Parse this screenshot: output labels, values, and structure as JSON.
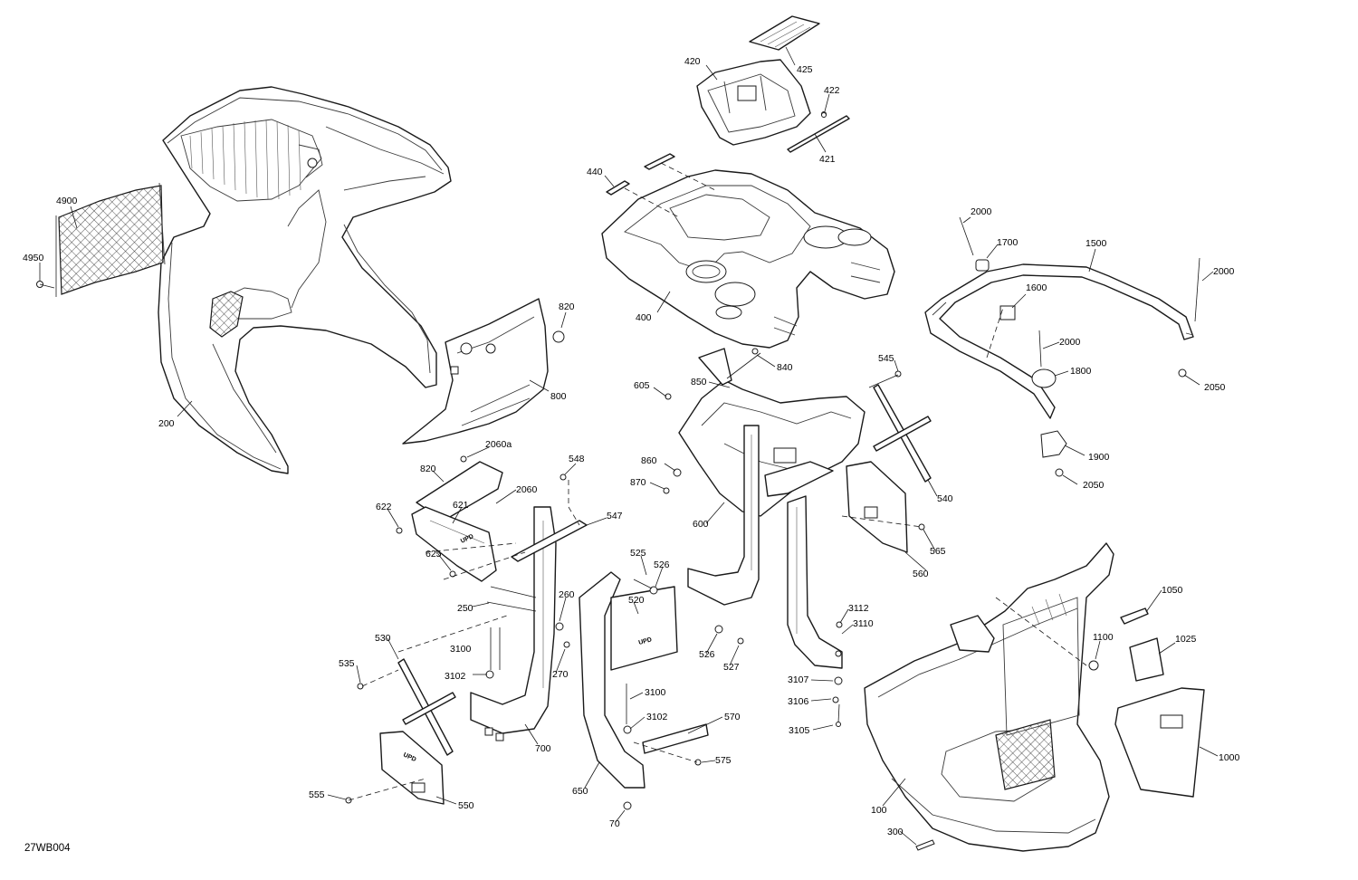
{
  "drawing": {
    "reference": "27WB004",
    "stamp_text": "UPD"
  },
  "callouts": [
    {
      "id": "c425",
      "text": "425"
    },
    {
      "id": "c420",
      "text": "420"
    },
    {
      "id": "c422",
      "text": "422"
    },
    {
      "id": "c421",
      "text": "421"
    },
    {
      "id": "c440",
      "text": "440"
    },
    {
      "id": "c400",
      "text": "400"
    },
    {
      "id": "c4900",
      "text": "4900"
    },
    {
      "id": "c4950",
      "text": "4950"
    },
    {
      "id": "c200",
      "text": "200"
    },
    {
      "id": "c820a",
      "text": "820"
    },
    {
      "id": "c800",
      "text": "800"
    },
    {
      "id": "c2000a",
      "text": "2000"
    },
    {
      "id": "c1700",
      "text": "1700"
    },
    {
      "id": "c1500",
      "text": "1500"
    },
    {
      "id": "c2000b",
      "text": "2000"
    },
    {
      "id": "c1600",
      "text": "1600"
    },
    {
      "id": "c2000c",
      "text": "2000"
    },
    {
      "id": "c1800",
      "text": "1800"
    },
    {
      "id": "c2050a",
      "text": "2050"
    },
    {
      "id": "c1900",
      "text": "1900"
    },
    {
      "id": "c2050b",
      "text": "2050"
    },
    {
      "id": "c840",
      "text": "840"
    },
    {
      "id": "c850",
      "text": "850"
    },
    {
      "id": "c605",
      "text": "605"
    },
    {
      "id": "c545",
      "text": "545"
    },
    {
      "id": "c860",
      "text": "860"
    },
    {
      "id": "c870",
      "text": "870"
    },
    {
      "id": "c600",
      "text": "600"
    },
    {
      "id": "c540",
      "text": "540"
    },
    {
      "id": "c565",
      "text": "565"
    },
    {
      "id": "c560",
      "text": "560"
    },
    {
      "id": "c2060a",
      "text": "2060a"
    },
    {
      "id": "c820b",
      "text": "820"
    },
    {
      "id": "c2060",
      "text": "2060"
    },
    {
      "id": "c548",
      "text": "548"
    },
    {
      "id": "c622",
      "text": "622"
    },
    {
      "id": "c621",
      "text": "621"
    },
    {
      "id": "c547",
      "text": "547"
    },
    {
      "id": "c625",
      "text": "625"
    },
    {
      "id": "c525",
      "text": "525"
    },
    {
      "id": "c526a",
      "text": "526"
    },
    {
      "id": "c520",
      "text": "520"
    },
    {
      "id": "c250",
      "text": "250"
    },
    {
      "id": "c260",
      "text": "260"
    },
    {
      "id": "c526b",
      "text": "526"
    },
    {
      "id": "c527",
      "text": "527"
    },
    {
      "id": "c530",
      "text": "530"
    },
    {
      "id": "c3100a",
      "text": "3100"
    },
    {
      "id": "c270",
      "text": "270"
    },
    {
      "id": "c535",
      "text": "535"
    },
    {
      "id": "c3102a",
      "text": "3102"
    },
    {
      "id": "c3100b",
      "text": "3100"
    },
    {
      "id": "c3102b",
      "text": "3102"
    },
    {
      "id": "c700",
      "text": "700"
    },
    {
      "id": "c570",
      "text": "570"
    },
    {
      "id": "c575",
      "text": "575"
    },
    {
      "id": "c650",
      "text": "650"
    },
    {
      "id": "c555",
      "text": "555"
    },
    {
      "id": "c550",
      "text": "550"
    },
    {
      "id": "c70",
      "text": "70"
    },
    {
      "id": "c3112",
      "text": "3112"
    },
    {
      "id": "c3110",
      "text": "3110"
    },
    {
      "id": "c3107",
      "text": "3107"
    },
    {
      "id": "c3106",
      "text": "3106"
    },
    {
      "id": "c3105",
      "text": "3105"
    },
    {
      "id": "c1050",
      "text": "1050"
    },
    {
      "id": "c1100",
      "text": "1100"
    },
    {
      "id": "c1025",
      "text": "1025"
    },
    {
      "id": "c1000",
      "text": "1000"
    },
    {
      "id": "c100",
      "text": "100"
    },
    {
      "id": "c300",
      "text": "300"
    }
  ]
}
